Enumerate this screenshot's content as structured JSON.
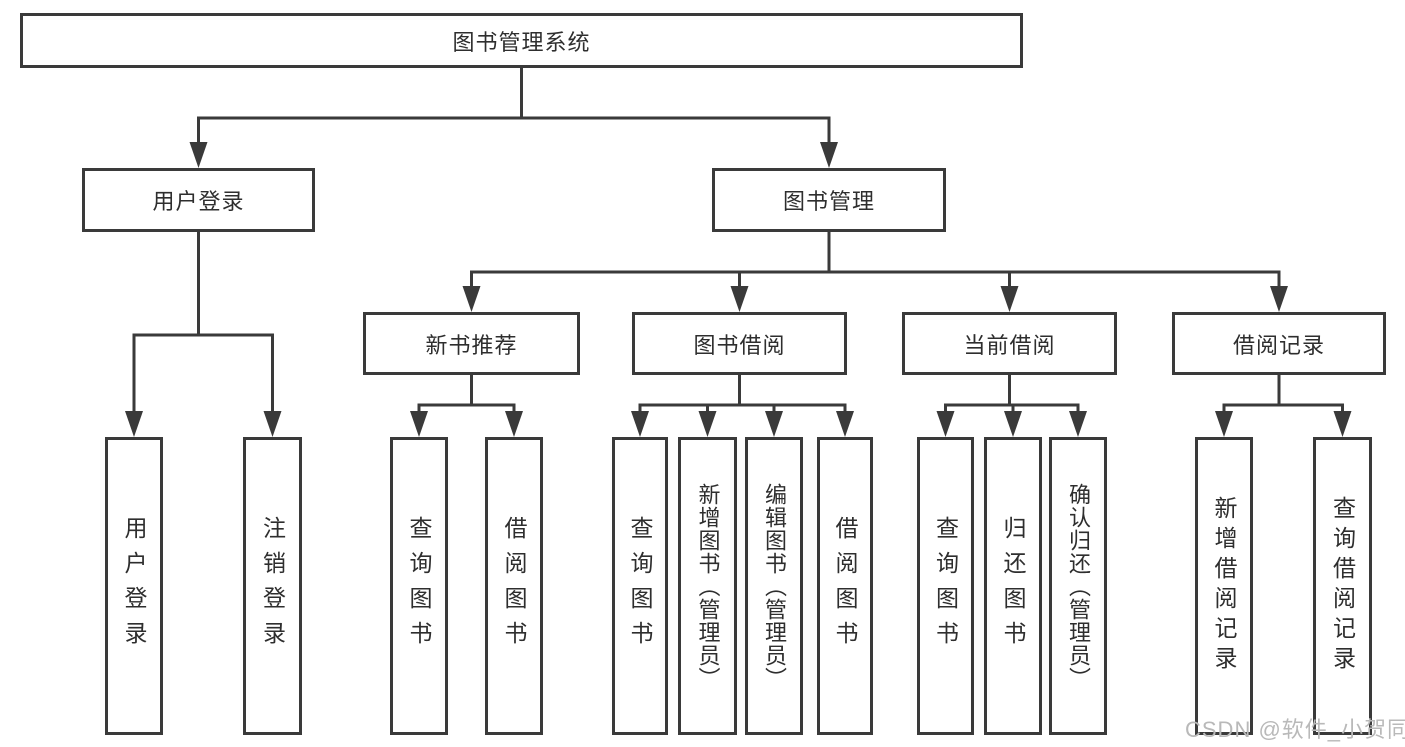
{
  "diagram": {
    "type": "tree",
    "root": {
      "label": "图书管理系统",
      "children": [
        {
          "label": "用户登录",
          "children": [
            {
              "label": "用户登录"
            },
            {
              "label": "注销登录"
            }
          ]
        },
        {
          "label": "图书管理",
          "children": [
            {
              "label": "新书推荐",
              "children": [
                {
                  "label": "查询图书"
                },
                {
                  "label": "借阅图书"
                }
              ]
            },
            {
              "label": "图书借阅",
              "children": [
                {
                  "label": "查询图书"
                },
                {
                  "label": "新增图书（管理员）"
                },
                {
                  "label": "编辑图书（管理员）"
                },
                {
                  "label": "借阅图书"
                }
              ]
            },
            {
              "label": "当前借阅",
              "children": [
                {
                  "label": "查询图书"
                },
                {
                  "label": "归还图书"
                },
                {
                  "label": "确认归还（管理员）"
                }
              ]
            },
            {
              "label": "借阅记录",
              "children": [
                {
                  "label": "新增借阅记录"
                },
                {
                  "label": "查询借阅记录"
                }
              ]
            }
          ]
        }
      ]
    }
  },
  "colors": {
    "line": "#3a3a3a",
    "text": "#2e2e2e",
    "watermark": "#b9b9b9",
    "background": "#ffffff"
  },
  "watermark": {
    "text": "CSDN @软件_小贺同学"
  }
}
